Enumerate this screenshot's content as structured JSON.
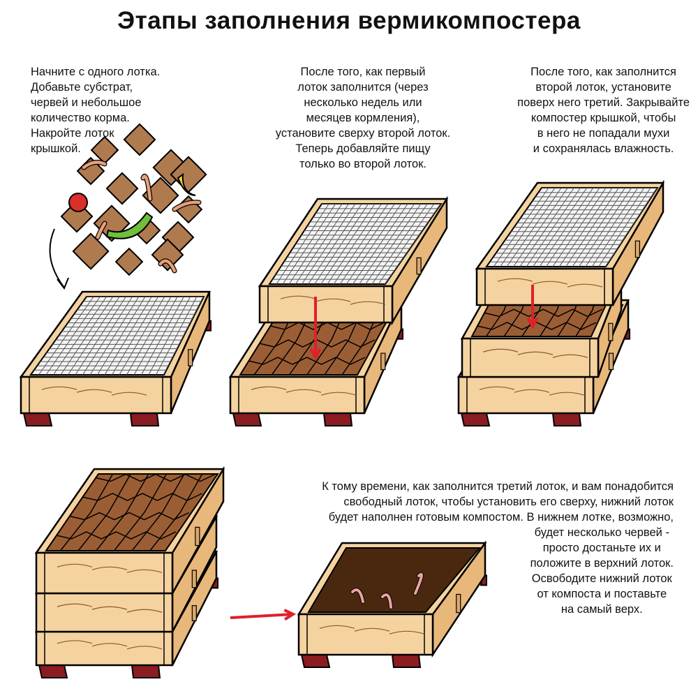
{
  "title": "Этапы заполнения вермикомпостера",
  "step1": {
    "lines": [
      "Начните с одного лотка.",
      "Добавьте субстрат,",
      "червей и небольшое",
      "количество корма.",
      "Накройте лоток",
      "крышкой."
    ]
  },
  "step2": {
    "lines": [
      "После того, как первый",
      "лоток заполнится (через",
      "несколько недель или",
      "месяцев кормления),",
      "установите сверху второй лоток.",
      "Теперь добавляйте пищу",
      "только во второй лоток."
    ]
  },
  "step3": {
    "lines": [
      "После того, как заполнится",
      "второй лоток, установите",
      "поверх него третий. Закрывайте",
      "компостер крышкой, чтобы",
      "в него не попадали мухи",
      "и сохранялась влажность."
    ]
  },
  "step4": {
    "lines_top": [
      "К тому времени, как заполнится третий лоток, и вам понадобится",
      "свободный лоток, чтобы установить его сверху, нижний лоток",
      "будет наполнен готовым компостом. В нижнем лотке, возможно,"
    ],
    "lines_side": [
      "будет несколько червей -",
      "просто достаньте их и",
      "положите в верхний лоток.",
      "Освободите нижний лоток",
      "от компоста и поставьте",
      "на самый верх."
    ]
  },
  "colors": {
    "wood": "#f5d3a0",
    "wood_dark": "#e8b77a",
    "compost": "#9b5e34",
    "compost_dark": "#4a2810",
    "feet": "#8a1c22",
    "arrow": "#e0202a",
    "mesh": "#555555"
  }
}
